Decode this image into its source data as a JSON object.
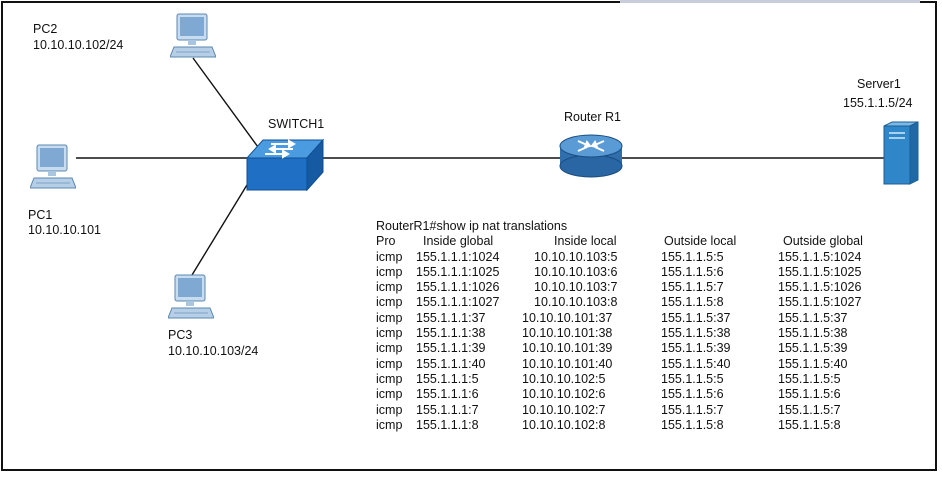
{
  "devices": {
    "pc2": {
      "name": "PC2",
      "ip": "10.10.10.102/24"
    },
    "pc1": {
      "name": "PC1",
      "ip": "10.10.10.101"
    },
    "pc3": {
      "name": "PC3",
      "ip": "10.10.10.103/24"
    },
    "switch": {
      "name": "SWITCH1"
    },
    "router": {
      "name": "Router R1"
    },
    "server": {
      "name": "Server1",
      "ip": "155.1.1.5/24"
    }
  },
  "nat": {
    "command": "RouterR1#show ip nat translations",
    "headers": [
      "Pro",
      "Inside global",
      "Inside local",
      "Outside local",
      "Outside global"
    ],
    "rows": [
      [
        "icmp",
        "155.1.1.1:1024",
        "10.10.10.103:5",
        "155.1.1.5:5",
        "155.1.1.5:1024"
      ],
      [
        "icmp",
        "155.1.1.1:1025",
        "10.10.10.103:6",
        "155.1.1.5:6",
        "155.1.1.5:1025"
      ],
      [
        "icmp",
        "155.1.1.1:1026",
        "10.10.10.103:7",
        "155.1.1.5:7",
        "155.1.1.5:1026"
      ],
      [
        "icmp",
        "155.1.1.1:1027",
        "10.10.10.103:8",
        "155.1.1.5:8",
        "155.1.1.5:1027"
      ],
      [
        "icmp",
        "155.1.1.1:37",
        "10.10.10.101:37",
        "155.1.1.5:37",
        "155.1.1.5:37"
      ],
      [
        "icmp",
        "155.1.1.1:38",
        "10.10.10.101:38",
        "155.1.1.5:38",
        "155.1.1.5:38"
      ],
      [
        "icmp",
        "155.1.1.1:39",
        "10.10.10.101:39",
        "155.1.1.5:39",
        "155.1.1.5:39"
      ],
      [
        "icmp",
        "155.1.1.1:40",
        "10.10.10.101:40",
        "155.1.1.5:40",
        "155.1.1.5:40"
      ],
      [
        "icmp",
        "155.1.1.1:5",
        "10.10.10.102:5",
        "155.1.1.5:5",
        "155.1.1.5:5"
      ],
      [
        "icmp",
        "155.1.1.1:6",
        "10.10.10.102:6",
        "155.1.1.5:6",
        "155.1.1.5:6"
      ],
      [
        "icmp",
        "155.1.1.1:7",
        "10.10.10.102:7",
        "155.1.1.5:7",
        "155.1.1.5:7"
      ],
      [
        "icmp",
        "155.1.1.1:8",
        "10.10.10.102:8",
        "155.1.1.5:8",
        "155.1.1.5:8"
      ]
    ]
  },
  "colors": {
    "pc": "#8fb4d6",
    "switch": "#1f6fc4",
    "router": "#3a7fbf",
    "server": "#2f86c8",
    "link": "#111111"
  }
}
